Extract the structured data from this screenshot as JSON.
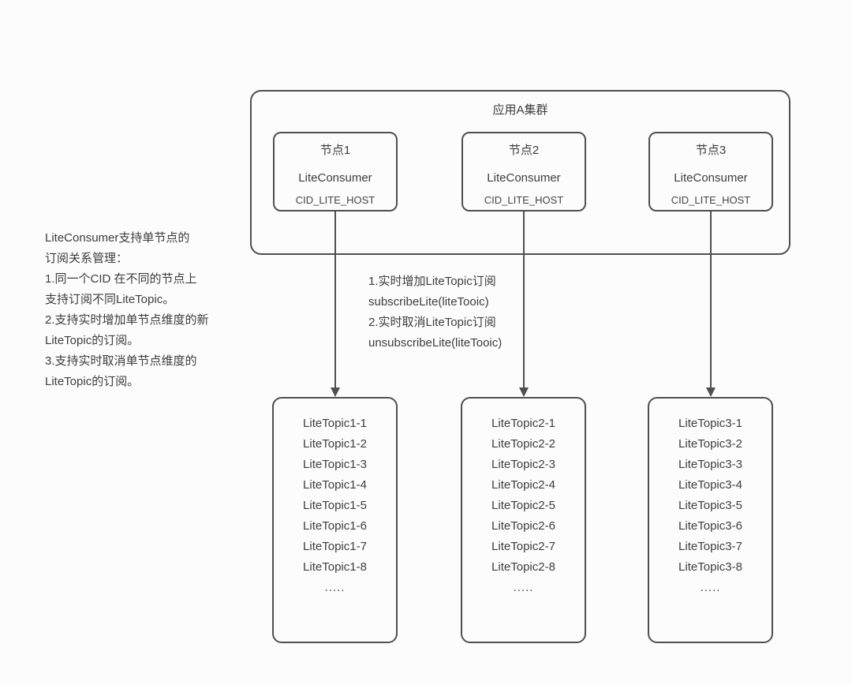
{
  "colors": {
    "background": "#fcfcfc",
    "line": "#4f4f4f",
    "text": "#3d3d3d"
  },
  "side_note": {
    "lines": [
      "LiteConsumer支持单节点的",
      "订阅关系管理：",
      "1.同一个CID 在不同的节点上",
      "支持订阅不同LiteTopic。",
      "2.支持实时增加单节点维度的新",
      "LiteTopic的订阅。",
      "3.支持实时取消单节点维度的",
      "LiteTopic的订阅。"
    ]
  },
  "cluster": {
    "title": "应用A集群",
    "nodes": [
      {
        "title": "节点1",
        "component": "LiteConsumer",
        "cid": "CID_LITE_HOST"
      },
      {
        "title": "节点2",
        "component": "LiteConsumer",
        "cid": "CID_LITE_HOST"
      },
      {
        "title": "节点3",
        "component": "LiteConsumer",
        "cid": "CID_LITE_HOST"
      }
    ]
  },
  "arrow_note": {
    "lines": [
      "1.实时增加LiteTopic订阅",
      "subscribeLite(liteTooic)",
      "2.实时取消LiteTopic订阅",
      "unsubscribeLite(liteTooic)"
    ]
  },
  "topic_groups": [
    {
      "items": [
        "LiteTopic1-1",
        "LiteTopic1-2",
        "LiteTopic1-3",
        "LiteTopic1-4",
        "LiteTopic1-5",
        "LiteTopic1-6",
        "LiteTopic1-7",
        "LiteTopic1-8",
        "....."
      ]
    },
    {
      "items": [
        "LiteTopic2-1",
        "LiteTopic2-2",
        "LiteTopic2-3",
        "LiteTopic2-4",
        "LiteTopic2-5",
        "LiteTopic2-6",
        "LiteTopic2-7",
        "LiteTopic2-8",
        "....."
      ]
    },
    {
      "items": [
        "LiteTopic3-1",
        "LiteTopic3-2",
        "LiteTopic3-3",
        "LiteTopic3-4",
        "LiteTopic3-5",
        "LiteTopic3-6",
        "LiteTopic3-7",
        "LiteTopic3-8",
        "....."
      ]
    }
  ]
}
